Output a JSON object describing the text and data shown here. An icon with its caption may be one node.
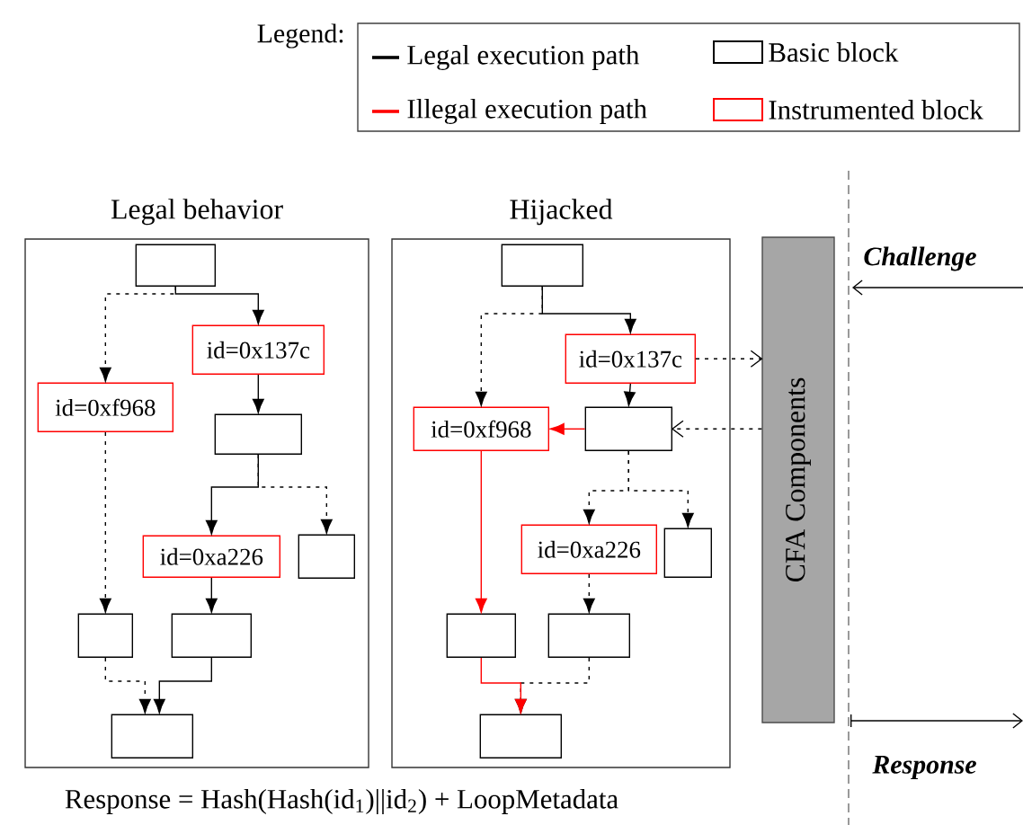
{
  "diagram": {
    "nodes": [
      {
        "text": [
          "Legal behavior"
        ]
      },
      {
        "text": [],
        "shape": "box",
        "in": 0
      },
      {
        "text": [
          "id=0x137c"
        ],
        "in": 0
      },
      {
        "text": [
          "id=0xf968"
        ],
        "in": 0
      },
      {
        "text": [],
        "shape": "box",
        "in": 0
      },
      {
        "text": [
          "id=0xa226"
        ],
        "in": 0
      },
      {
        "text": [],
        "shape": "box",
        "in": 0
      },
      {
        "text": [],
        "shape": "box",
        "in": 0
      },
      {
        "text": [],
        "shape": "box",
        "in": 0
      },
      {
        "text": [],
        "shape": "box",
        "in": 0
      },
      {
        "text": [
          "Hijacked"
        ]
      },
      {
        "text": [],
        "shape": "box",
        "in": 10
      },
      {
        "text": [
          "id=0x137c"
        ],
        "in": 10
      },
      {
        "text": [
          "id=0xf968"
        ],
        "in": 10
      },
      {
        "text": [],
        "shape": "box",
        "in": 10
      },
      {
        "text": [
          "id=0xa226"
        ],
        "in": 10
      },
      {
        "text": [],
        "shape": "box",
        "in": 10
      },
      {
        "text": [],
        "shape": "box",
        "in": 10
      },
      {
        "text": [],
        "shape": "box",
        "in": 10
      },
      {
        "text": [],
        "shape": "box",
        "in": 10
      },
      {
        "text": [
          "CFA Components"
        ]
      }
    ],
    "edges": [
      {
        "from": 1,
        "to": 2,
        "arrow": "to"
      },
      {
        "from": 1,
        "to": 3,
        "arrow": "to",
        "style": "dashed"
      },
      {
        "from": 2,
        "to": 4,
        "arrow": "to"
      },
      {
        "from": 4,
        "to": 5,
        "arrow": "to"
      },
      {
        "from": 4,
        "to": 6,
        "arrow": "to",
        "style": "dashed"
      },
      {
        "from": 3,
        "to": 7,
        "arrow": "to",
        "style": "dashed"
      },
      {
        "from": 5,
        "to": 8,
        "arrow": "to"
      },
      {
        "from": 8,
        "to": 9,
        "arrow": "to"
      },
      {
        "from": 7,
        "to": 9,
        "arrow": "to",
        "style": "dashed"
      },
      {
        "from": 11,
        "to": 12,
        "arrow": "to"
      },
      {
        "from": 11,
        "to": 13,
        "arrow": "to",
        "style": "dashed"
      },
      {
        "from": 12,
        "to": 14,
        "arrow": "to"
      },
      {
        "from": 14,
        "to": 13,
        "arrow": "to",
        "color": "#ff0000"
      },
      {
        "from": 14,
        "to": 15,
        "arrow": "to",
        "style": "dashed"
      },
      {
        "from": 14,
        "to": 16,
        "arrow": "to",
        "style": "dashed"
      },
      {
        "from": 13,
        "to": 17,
        "arrow": "to",
        "color": "#ff0000"
      },
      {
        "from": 15,
        "to": 18,
        "arrow": "to",
        "style": "dashed"
      },
      {
        "from": 17,
        "to": 19,
        "arrow": "to",
        "color": "#ff0000"
      },
      {
        "from": 18,
        "to": 19,
        "arrow": "to",
        "style": "dashed"
      },
      {
        "from": 12,
        "to": 20,
        "arrow": "to",
        "style": "dashed"
      },
      {
        "from": 20,
        "to": 14,
        "arrow": "to",
        "style": "dashed"
      }
    ],
    "labels": [
      "Legend:",
      "Challenge",
      "Response",
      "Response = Hash(Hash(id$_{1}$)||id$_{2}$) + LoopMetadata"
    ],
    "legend": [
      {
        "text": "Legal execution path",
        "color": "#000000"
      },
      {
        "text": "Basic block",
        "color": "#000000"
      },
      {
        "text": "Illegal execution path",
        "color": "#ff0000"
      },
      {
        "text": "Instrumented block",
        "color": "#ff0000"
      }
    ]
  }
}
